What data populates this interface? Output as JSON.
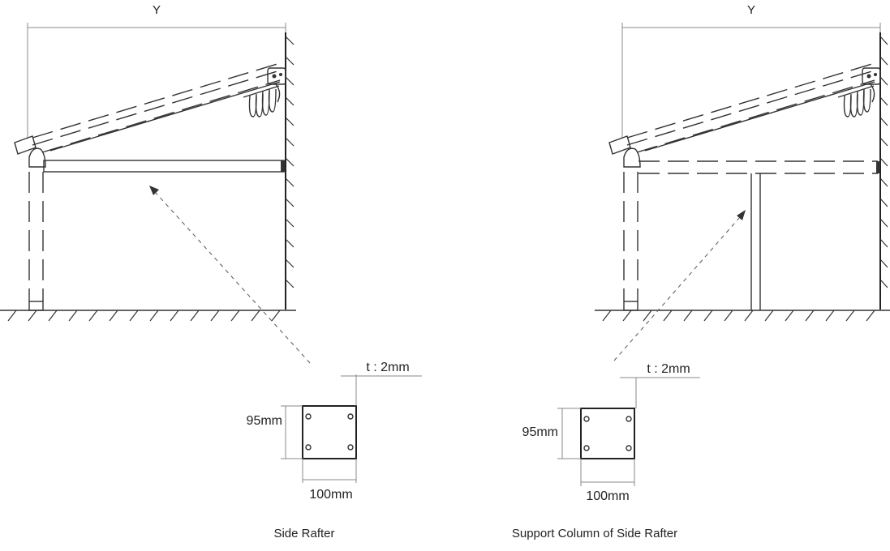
{
  "left": {
    "dimension_label": "Y",
    "caption": "Side Rafter",
    "profile": {
      "thickness_label": "t : 2mm",
      "height_label": "95mm",
      "width_label": "100mm"
    }
  },
  "right": {
    "dimension_label": "Y",
    "caption": "Support Column of Side Rafter",
    "profile": {
      "thickness_label": "t : 2mm",
      "height_label": "95mm",
      "width_label": "100mm"
    }
  },
  "icons": [
    "awning-bracket-icon",
    "wall-hatching-icon",
    "ground-hatching-icon"
  ],
  "colors": {
    "line": "#333333",
    "dimension": "#888888",
    "background": "#ffffff"
  }
}
